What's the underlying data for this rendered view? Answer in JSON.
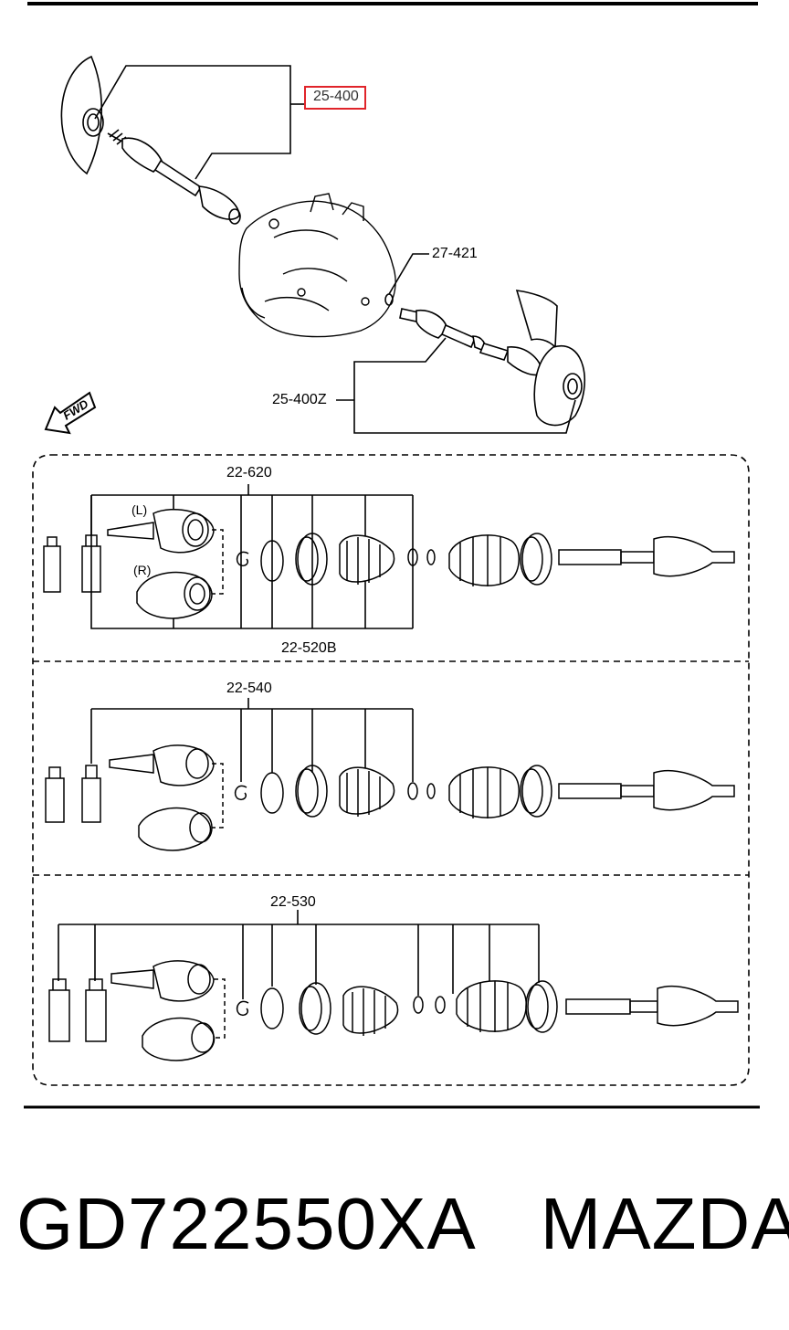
{
  "colors": {
    "ink": "#000000",
    "highlight": "#e0242a",
    "background": "#ffffff"
  },
  "labels": {
    "highlighted_part": "25-400",
    "part_27_421": "27-421",
    "part_25_400z": "25-400Z",
    "fwd": "FWD",
    "group_22_620": "22-620",
    "group_22_520b": "22-520B",
    "group_22_540": "22-540",
    "group_22_530": "22-530",
    "left_side": "(L)",
    "right_side": "(R)"
  },
  "caption": {
    "part_number": "GD722550XA",
    "brand": "MAZDA"
  }
}
